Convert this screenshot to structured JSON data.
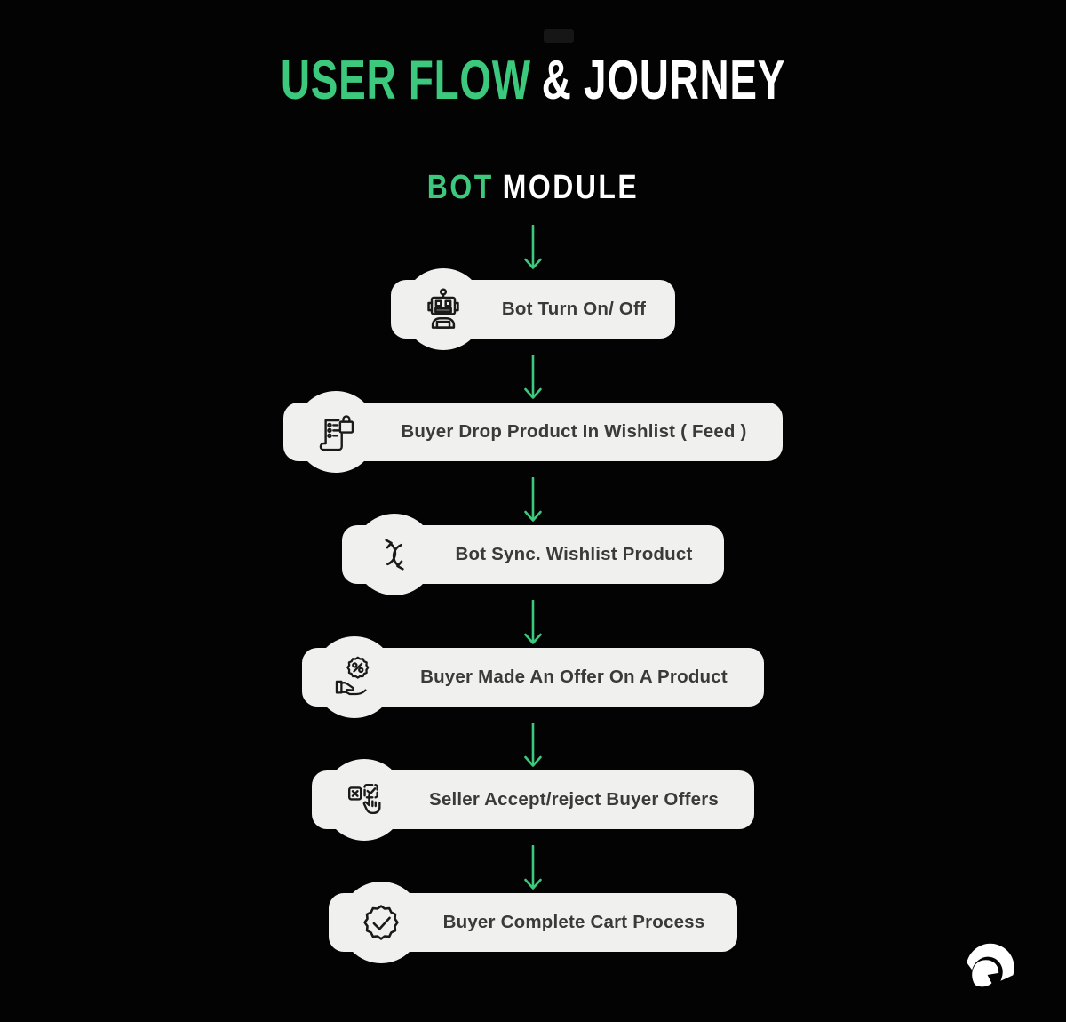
{
  "page": {
    "background_color": "#030303",
    "accent_green": "#3CC97E",
    "pill_background": "#F0F0EF",
    "pill_text_color": "#3a3a3a"
  },
  "header": {
    "title_highlight": "USER FLOW",
    "title_rest": "& JOURNEY",
    "subtitle_highlight": "BOT",
    "subtitle_rest": "MODULE"
  },
  "flow": {
    "steps": [
      {
        "label": "Bot Turn On/ Off",
        "icon": "robot-icon"
      },
      {
        "label": "Buyer Drop Product In Wishlist ( Feed )",
        "icon": "wishlist-icon"
      },
      {
        "label": "Bot Sync. Wishlist Product",
        "icon": "sync-icon"
      },
      {
        "label": "Buyer Made An Offer On A Product",
        "icon": "offer-icon"
      },
      {
        "label": "Seller Accept/reject Buyer Offers",
        "icon": "accept-reject-icon"
      },
      {
        "label": "Buyer Complete Cart Process",
        "icon": "badge-check-icon"
      }
    ],
    "connector": "arrow-down-icon"
  },
  "footer": {
    "logo": "spartan-helmet-logo"
  }
}
